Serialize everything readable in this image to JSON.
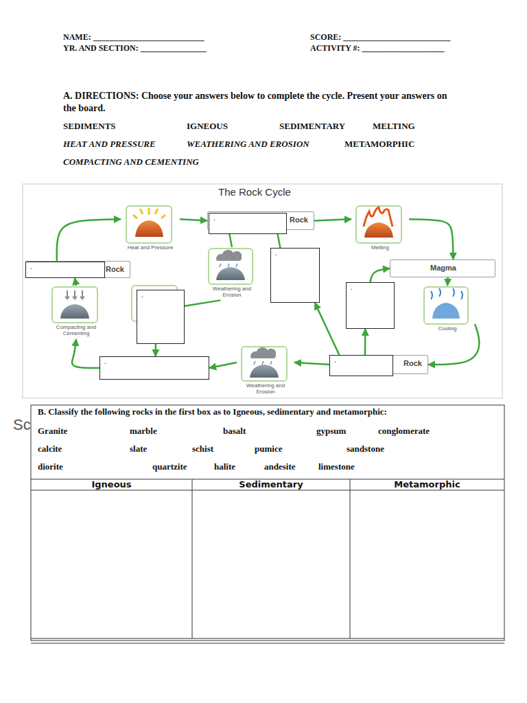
{
  "diagram": {
    "title": "The Rock Cycle",
    "nodes": [
      {
        "text": [
          "Heat and Pressure"
        ]
      },
      {
        "text": [
          "Rock"
        ]
      },
      {
        "text": [
          "."
        ],
        "in": 1
      },
      {
        "text": [
          "Melting"
        ]
      },
      {
        "text": [
          "Magma"
        ]
      },
      {
        "text": [
          "Cooling"
        ]
      },
      {
        "text": [
          "Rock"
        ]
      },
      {
        "text": [
          "."
        ],
        "in": 6
      },
      {
        "text": [
          "Weathering and Erosion"
        ]
      },
      {
        "text": [
          "."
        ]
      },
      {
        "text": [
          "Compacting and Cementing"
        ]
      },
      {
        "text": [
          "Rock"
        ]
      },
      {
        "text": [
          "."
        ],
        "in": 11
      },
      {
        "text": [
          "Weathering and Erosion"
        ]
      },
      {
        "text": [
          "."
        ]
      },
      {
        "text": [
          "."
        ]
      },
      {
        "text": [
          "."
        ]
      }
    ],
    "edges": [
      {
        "from": 0,
        "to": 1,
        "arrow": "to"
      },
      {
        "from": 1,
        "to": 3,
        "arrow": "to"
      },
      {
        "from": 3,
        "to": 4,
        "arrow": "to"
      },
      {
        "from": 4,
        "to": 5,
        "arrow": "to"
      },
      {
        "from": 5,
        "to": 6,
        "arrow": "to"
      },
      {
        "from": 6,
        "to": 8,
        "arrow": "to"
      },
      {
        "from": 8,
        "to": 9,
        "arrow": "to"
      },
      {
        "from": 9,
        "to": 10,
        "arrow": "to"
      },
      {
        "from": 10,
        "to": 11,
        "arrow": "to"
      },
      {
        "from": 11,
        "to": 0,
        "arrow": "to"
      },
      {
        "from": 1,
        "to": 13,
        "arrow": "none"
      },
      {
        "from": 13,
        "to": 14,
        "arrow": "none"
      },
      {
        "from": 14,
        "to": 9,
        "arrow": "to"
      },
      {
        "from": 6,
        "to": 15,
        "arrow": "to"
      },
      {
        "from": 15,
        "to": 1,
        "arrow": "none"
      },
      {
        "from": 6,
        "to": 16,
        "arrow": "to"
      },
      {
        "from": 16,
        "to": 4,
        "arrow": "to"
      }
    ],
    "labels": [
      "NAME: ___________________________",
      "SCORE: __________________________",
      "YR. AND SECTION: ________________",
      "ACTIVITY #: ____________________",
      "A. DIRECTIONS: Choose your answers below to complete the cycle. Present your answers on the board.",
      "SEDIMENTS",
      "IGNEOUS",
      "SEDIMENTARY",
      "MELTING",
      "HEAT AND PRESSURE",
      "WEATHERING AND EROSION",
      "METAMORPHIC",
      "COMPACTING AND CEMENTING",
      "Sc",
      "B. Classify  the following rocks in the first box as to Igneous, sedimentary and metamorphic:",
      "Granite",
      "marble",
      "basalt",
      "gypsum",
      "conglomerate",
      "calcite",
      "slate",
      "schist",
      "pumice",
      "sandstone",
      "diorite",
      "quartzite",
      "halite",
      "andesite",
      "limestone",
      "Igneous",
      "Sedimentary",
      "Metamorphic"
    ]
  }
}
